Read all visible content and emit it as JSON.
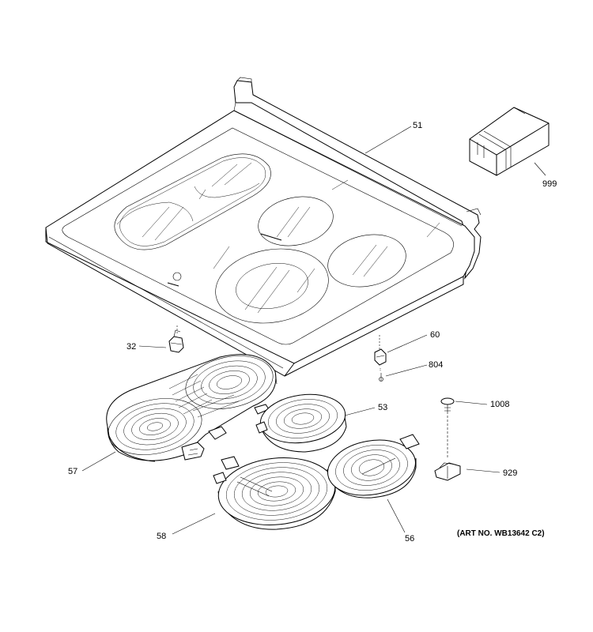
{
  "callouts": {
    "p51": "51",
    "p999": "999",
    "p32": "32",
    "p60": "60",
    "p804": "804",
    "p53": "53",
    "p1008": "1008",
    "p57": "57",
    "p929": "929",
    "p58": "58",
    "p56": "56"
  },
  "art_number": "(ART NO. WB13642 C2)"
}
